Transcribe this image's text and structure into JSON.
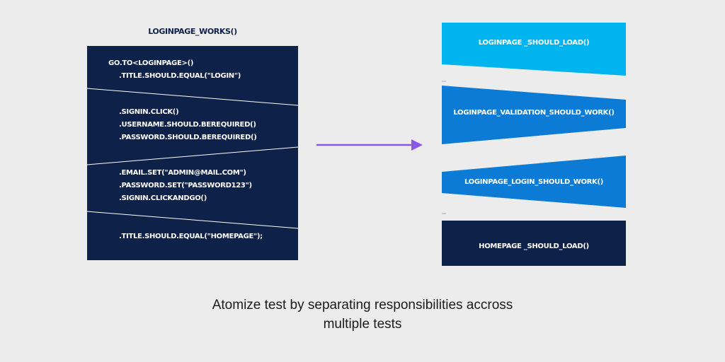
{
  "left_title": "LOGINPAGE_WORKS()",
  "code_groups": [
    [
      "GO.TO<LOGINPAGE>()",
      ".TITLE.SHOULD.EQUAL(\"LOGIN\")"
    ],
    [
      ".SIGNIN.CLICK()",
      ".USERNAME.SHOULD.BEREQUIRED()",
      ".PASSWORD.SHOULD.BEREQUIRED()"
    ],
    [
      ".EMAIL.SET(\"ADMIN@MAIL.COM\")",
      ".PASSWORD.SET(\"PASSWORD123\")",
      ".SIGNIN.CLICKANDGO()"
    ],
    [
      ".TITLE.SHOULD.EQUAL(\"HOMEPAGE\");"
    ]
  ],
  "tests": [
    "LOGINPAGE _SHOULD_LOAD()",
    "LOGINPAGE_VALIDATION_SHOULD_WORK()",
    "LOGINPAGE_LOGIN_SHOULD_WORK()",
    "HOMEPAGE _SHOULD_LOAD()"
  ],
  "caption": {
    "line1": "Atomize test by separating responsibilities accross",
    "line2": "multiple tests"
  },
  "colors": {
    "navy": "#0d2149",
    "light_blue": "#00b4ef",
    "mid_blue": "#0b7bd6",
    "arrow_purple": "#8a57e8",
    "background": "#ececec"
  }
}
